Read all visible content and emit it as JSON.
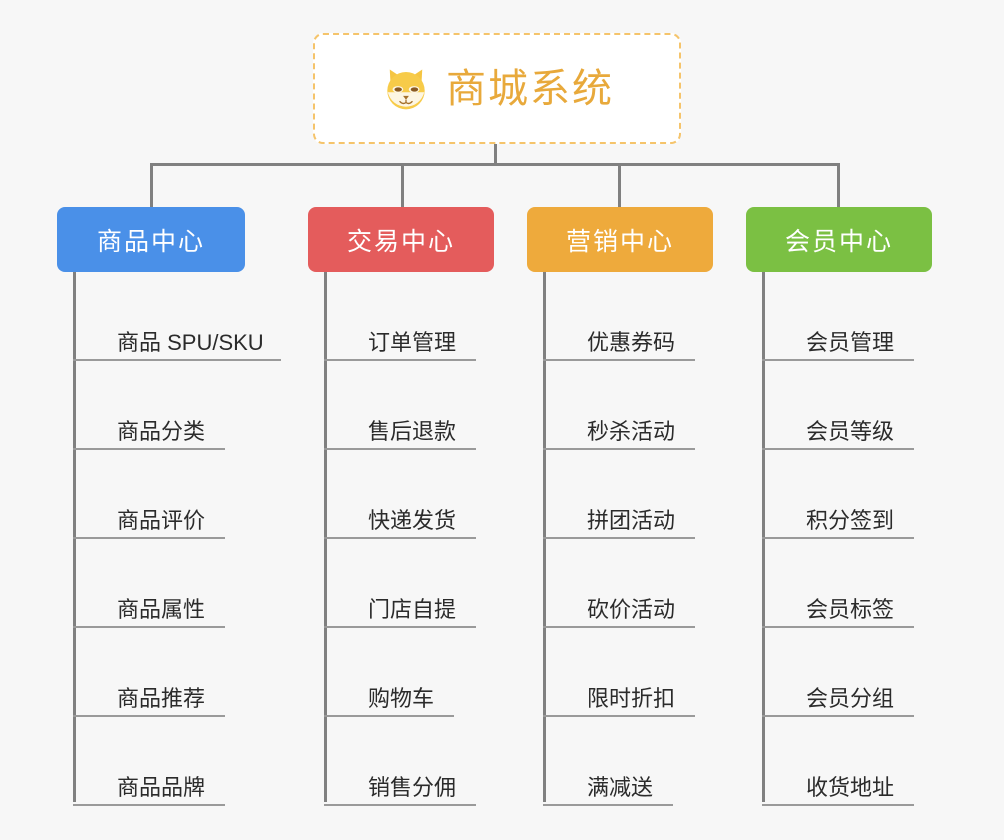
{
  "diagram": {
    "type": "mindmap-org-chart",
    "background_color": "#f7f7f7",
    "connector_color": "#808080",
    "underline_color": "#9a9a9a"
  },
  "root": {
    "title": "商城系统",
    "icon": "shiba-dog-icon",
    "title_color": "#e8a93b",
    "border_color": "#f5c46b",
    "fill_color": "#ffffff"
  },
  "branches": [
    {
      "label": "商品中心",
      "color": "#4a90e8",
      "items": [
        "商品 SPU/SKU",
        "商品分类",
        "商品评价",
        "商品属性",
        "商品推荐",
        "商品品牌"
      ]
    },
    {
      "label": "交易中心",
      "color": "#e45c5c",
      "items": [
        "订单管理",
        "售后退款",
        "快递发货",
        "门店自提",
        "购物车",
        "销售分佣"
      ]
    },
    {
      "label": "营销中心",
      "color": "#eeaa3c",
      "items": [
        "优惠券码",
        "秒杀活动",
        "拼团活动",
        "砍价活动",
        "限时折扣",
        "满减送"
      ]
    },
    {
      "label": "会员中心",
      "color": "#7bc043",
      "items": [
        "会员管理",
        "会员等级",
        "积分签到",
        "会员标签",
        "会员分组",
        "收货地址"
      ]
    }
  ]
}
